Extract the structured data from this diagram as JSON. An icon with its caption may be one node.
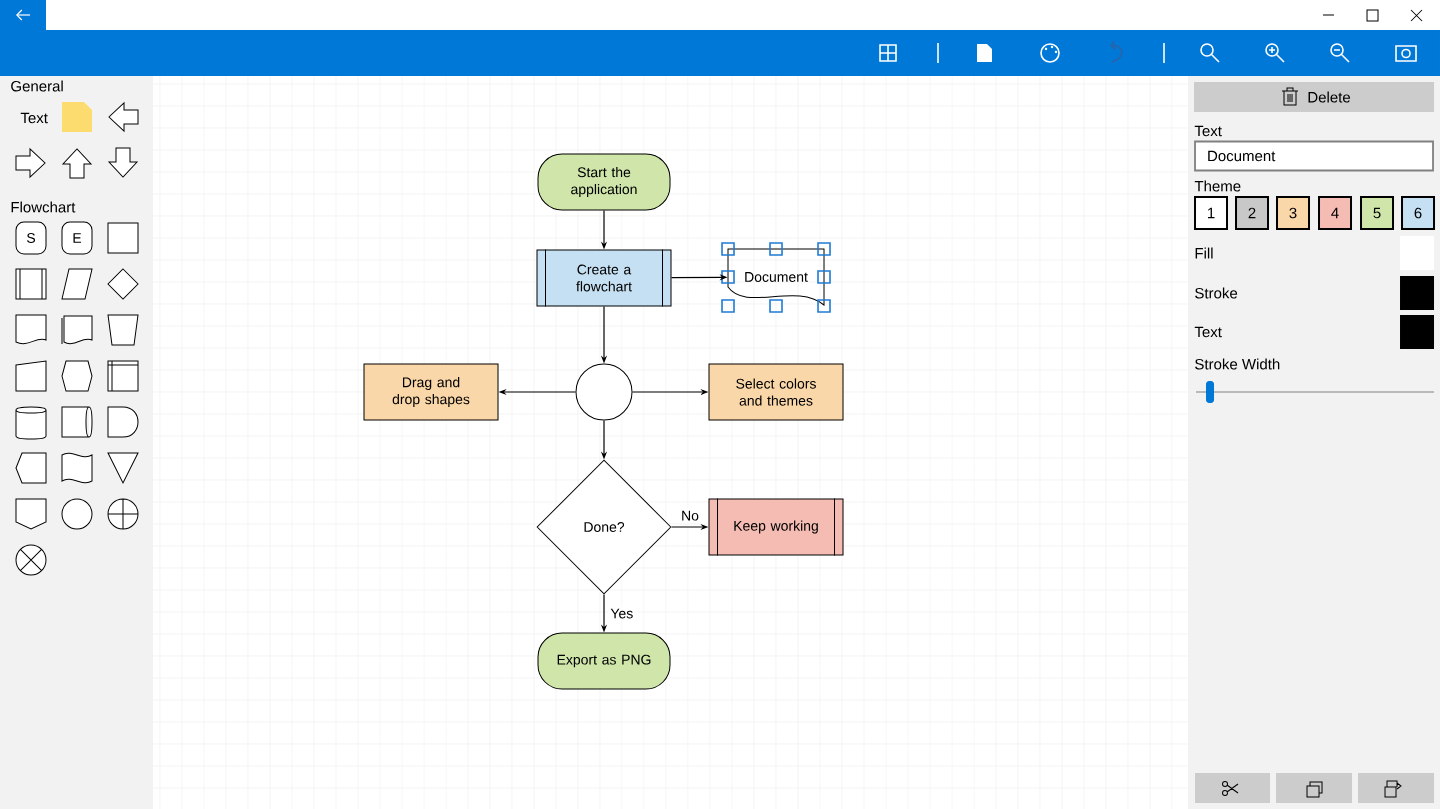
{
  "diagram": {
    "nodes": [
      {
        "text": [
          "Start the application"
        ]
      },
      {
        "text": [
          "Create a flowchart"
        ]
      },
      {
        "text": [
          "Document"
        ]
      },
      {
        "text": [
          "Drag and drop shapes"
        ]
      },
      {
        "text": [],
        "shape": "circle"
      },
      {
        "text": [
          "Select colors and themes"
        ]
      },
      {
        "text": [
          "Done?"
        ]
      },
      {
        "text": [
          "Keep working"
        ]
      },
      {
        "text": [
          "Export as PNG"
        ]
      },
      {
        "text": [
          "S"
        ]
      },
      {
        "text": [
          "E"
        ]
      },
      {
        "text": [
          "Delete"
        ]
      },
      {
        "text": [
          "Document"
        ]
      },
      {
        "text": [
          "1"
        ]
      },
      {
        "text": [
          "2"
        ]
      },
      {
        "text": [
          "3"
        ]
      },
      {
        "text": [
          "4"
        ]
      },
      {
        "text": [
          "5"
        ]
      },
      {
        "text": [
          "6"
        ]
      }
    ],
    "edges": [
      {
        "from": 0,
        "to": 1,
        "arrow": "to"
      },
      {
        "from": 1,
        "to": 2,
        "arrow": "to"
      },
      {
        "from": 1,
        "to": 4,
        "arrow": "to"
      },
      {
        "from": 4,
        "to": 3,
        "arrow": "to"
      },
      {
        "from": 4,
        "to": 5,
        "arrow": "to"
      },
      {
        "from": 4,
        "to": 6,
        "arrow": "to"
      },
      {
        "from": 6,
        "to": 7,
        "label": "No",
        "arrow": "to"
      },
      {
        "from": 6,
        "to": 8,
        "label": "Yes",
        "arrow": "to"
      }
    ],
    "labels": [
      "General",
      "Text",
      "Flowchart",
      "Text",
      "Theme",
      "Fill",
      "Stroke",
      "Text",
      "Stroke Width"
    ]
  }
}
